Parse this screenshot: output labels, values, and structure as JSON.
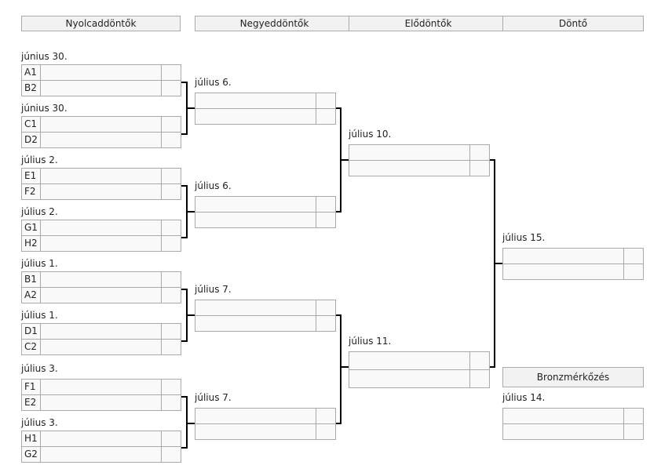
{
  "rounds": {
    "r16": "Nyolcaddöntők",
    "qf": "Negyeddöntők",
    "sf": "Elődöntők",
    "final": "Döntő"
  },
  "bronze": {
    "title": "Bronzmérkőzés",
    "date": "július 14."
  },
  "r16_matches": [
    {
      "date": "június 30.",
      "home": "A1",
      "away": "B2"
    },
    {
      "date": "június 30.",
      "home": "C1",
      "away": "D2"
    },
    {
      "date": "július 2.",
      "home": "E1",
      "away": "F2"
    },
    {
      "date": "július 2.",
      "home": "G1",
      "away": "H2"
    },
    {
      "date": "július 1.",
      "home": "B1",
      "away": "A2"
    },
    {
      "date": "július 1.",
      "home": "D1",
      "away": "C2"
    },
    {
      "date": "július 3.",
      "home": "F1",
      "away": "E2"
    },
    {
      "date": "július 3.",
      "home": "H1",
      "away": "G2"
    }
  ],
  "qf_matches": [
    {
      "date": "július 6."
    },
    {
      "date": "július 6."
    },
    {
      "date": "július 7."
    },
    {
      "date": "július 7."
    }
  ],
  "sf_matches": [
    {
      "date": "július 10."
    },
    {
      "date": "július 11."
    }
  ],
  "final_match": {
    "date": "július 15."
  }
}
